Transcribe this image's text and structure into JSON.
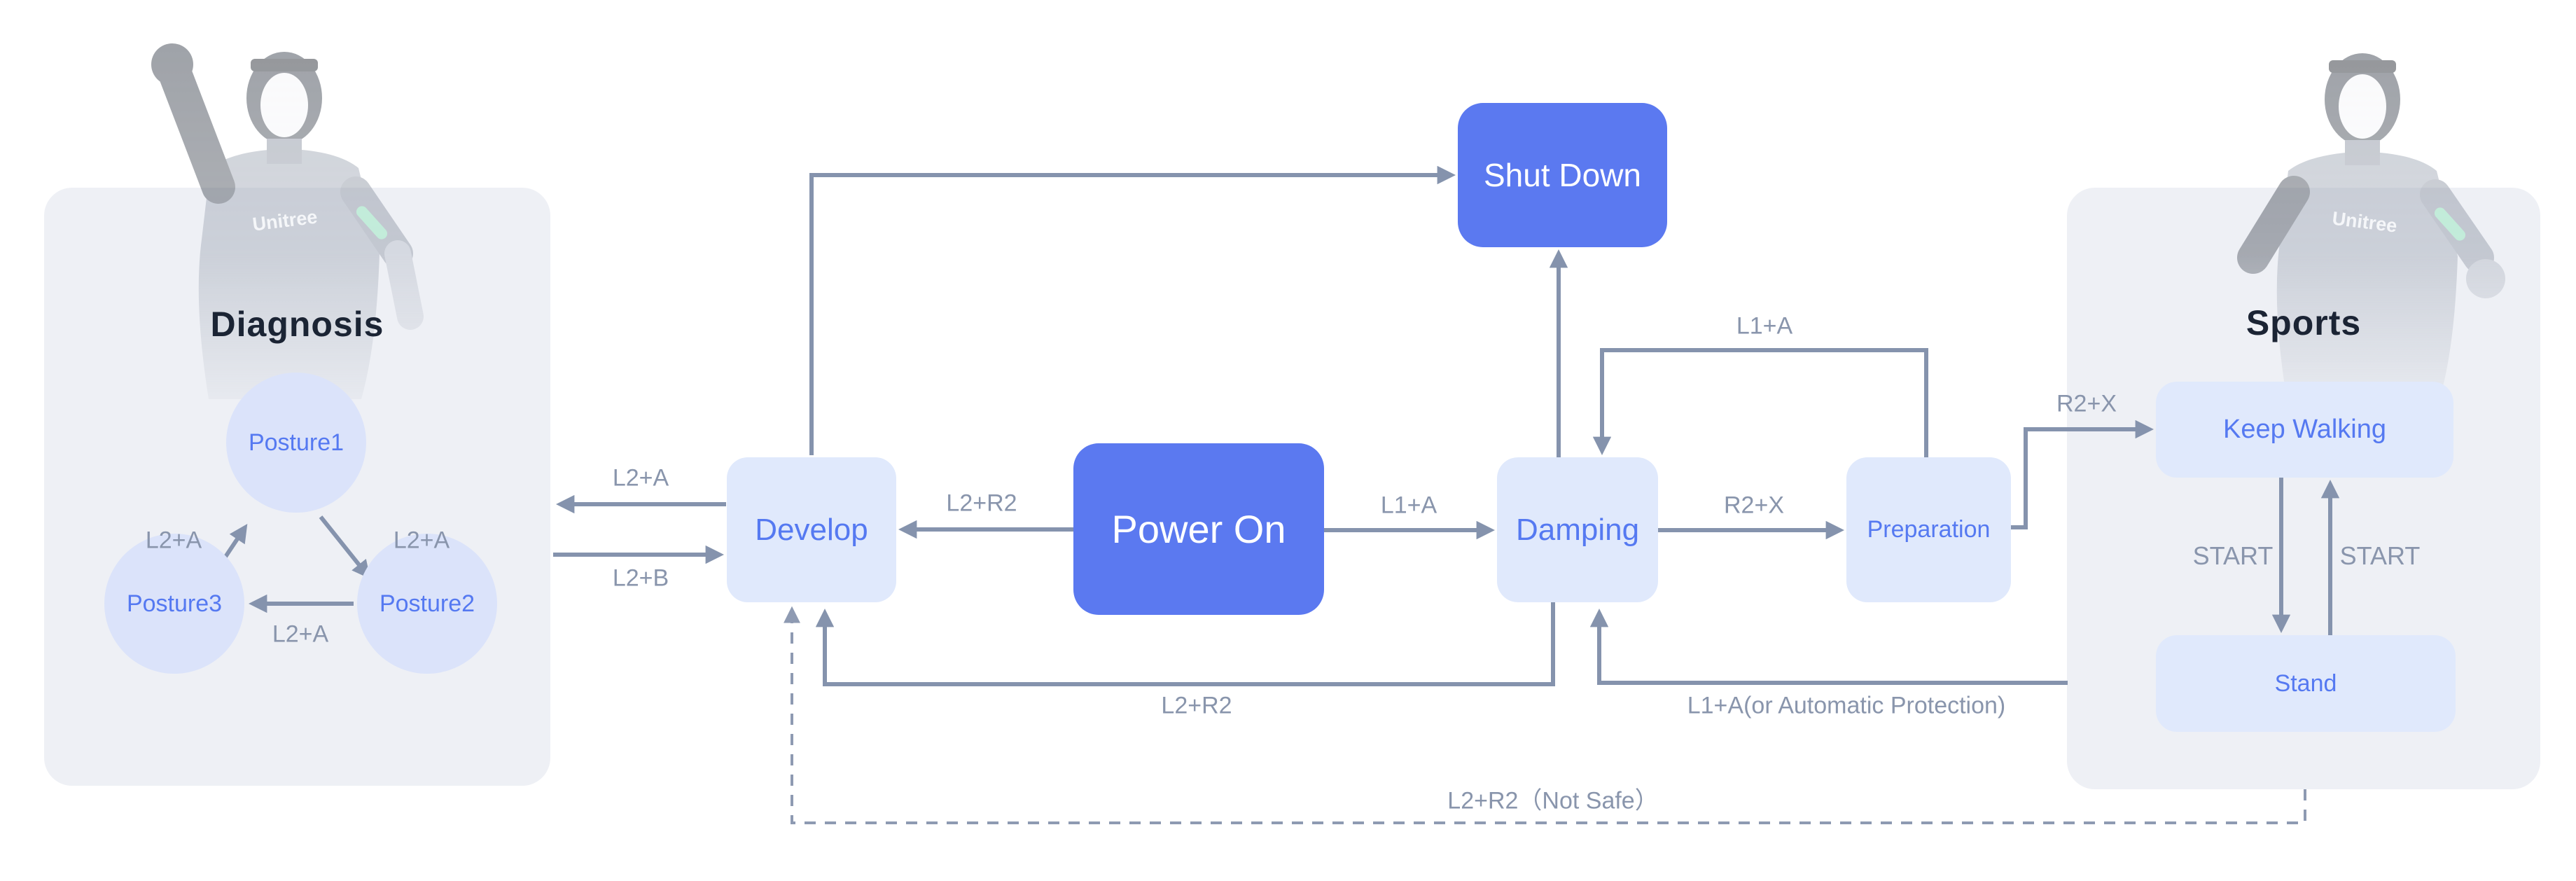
{
  "colors": {
    "accent_blue": "#5b79f0",
    "soft_node_fill": "#e0e9fc",
    "circle_fill": "#dbe3fa",
    "node_text_blue": "#5579f1",
    "panel_fill": "#eef0f5",
    "wire_gray": "#8593ad",
    "label_gray": "#8995ac",
    "title_dark": "#1b2434",
    "armband_green": "#86e6b4"
  },
  "robot_brand": "Unitree",
  "panels": {
    "diagnosis": {
      "title": "Diagnosis"
    },
    "sports": {
      "title": "Sports"
    }
  },
  "nodes": {
    "power_on": {
      "label": "Power On"
    },
    "shut_down": {
      "label": "Shut Down"
    },
    "develop": {
      "label": "Develop"
    },
    "damping": {
      "label": "Damping"
    },
    "preparation": {
      "label": "Preparation"
    },
    "keep_walking": {
      "label": "Keep Walking"
    },
    "stand": {
      "label": "Stand"
    },
    "posture1": {
      "label": "Posture1"
    },
    "posture2": {
      "label": "Posture2"
    },
    "posture3": {
      "label": "Posture3"
    }
  },
  "edges": {
    "develop_to_diagnosis": {
      "label": "L2+A"
    },
    "diagnosis_to_develop": {
      "label": "L2+B"
    },
    "power_on_to_develop": {
      "label": "L2+R2"
    },
    "power_on_to_damping": {
      "label": "L1+A"
    },
    "damping_to_preparation": {
      "label": "R2+X"
    },
    "preparation_to_damping": {
      "label": "L1+A"
    },
    "preparation_to_keep_walking": {
      "label": "R2+X"
    },
    "keep_walking_to_stand": {
      "label": "START"
    },
    "stand_to_keep_walking": {
      "label": "START"
    },
    "damping_to_develop": {
      "label": "L2+R2"
    },
    "stand_to_damping": {
      "label": "L1+A(or Automatic Protection)"
    },
    "sports_to_develop_unsafe": {
      "label": "L2+R2（Not Safe）"
    },
    "posture1_to_posture2": {
      "label": "L2+A"
    },
    "posture2_to_posture3": {
      "label": "L2+A"
    },
    "posture3_to_posture1": {
      "label": "L2+A"
    }
  }
}
